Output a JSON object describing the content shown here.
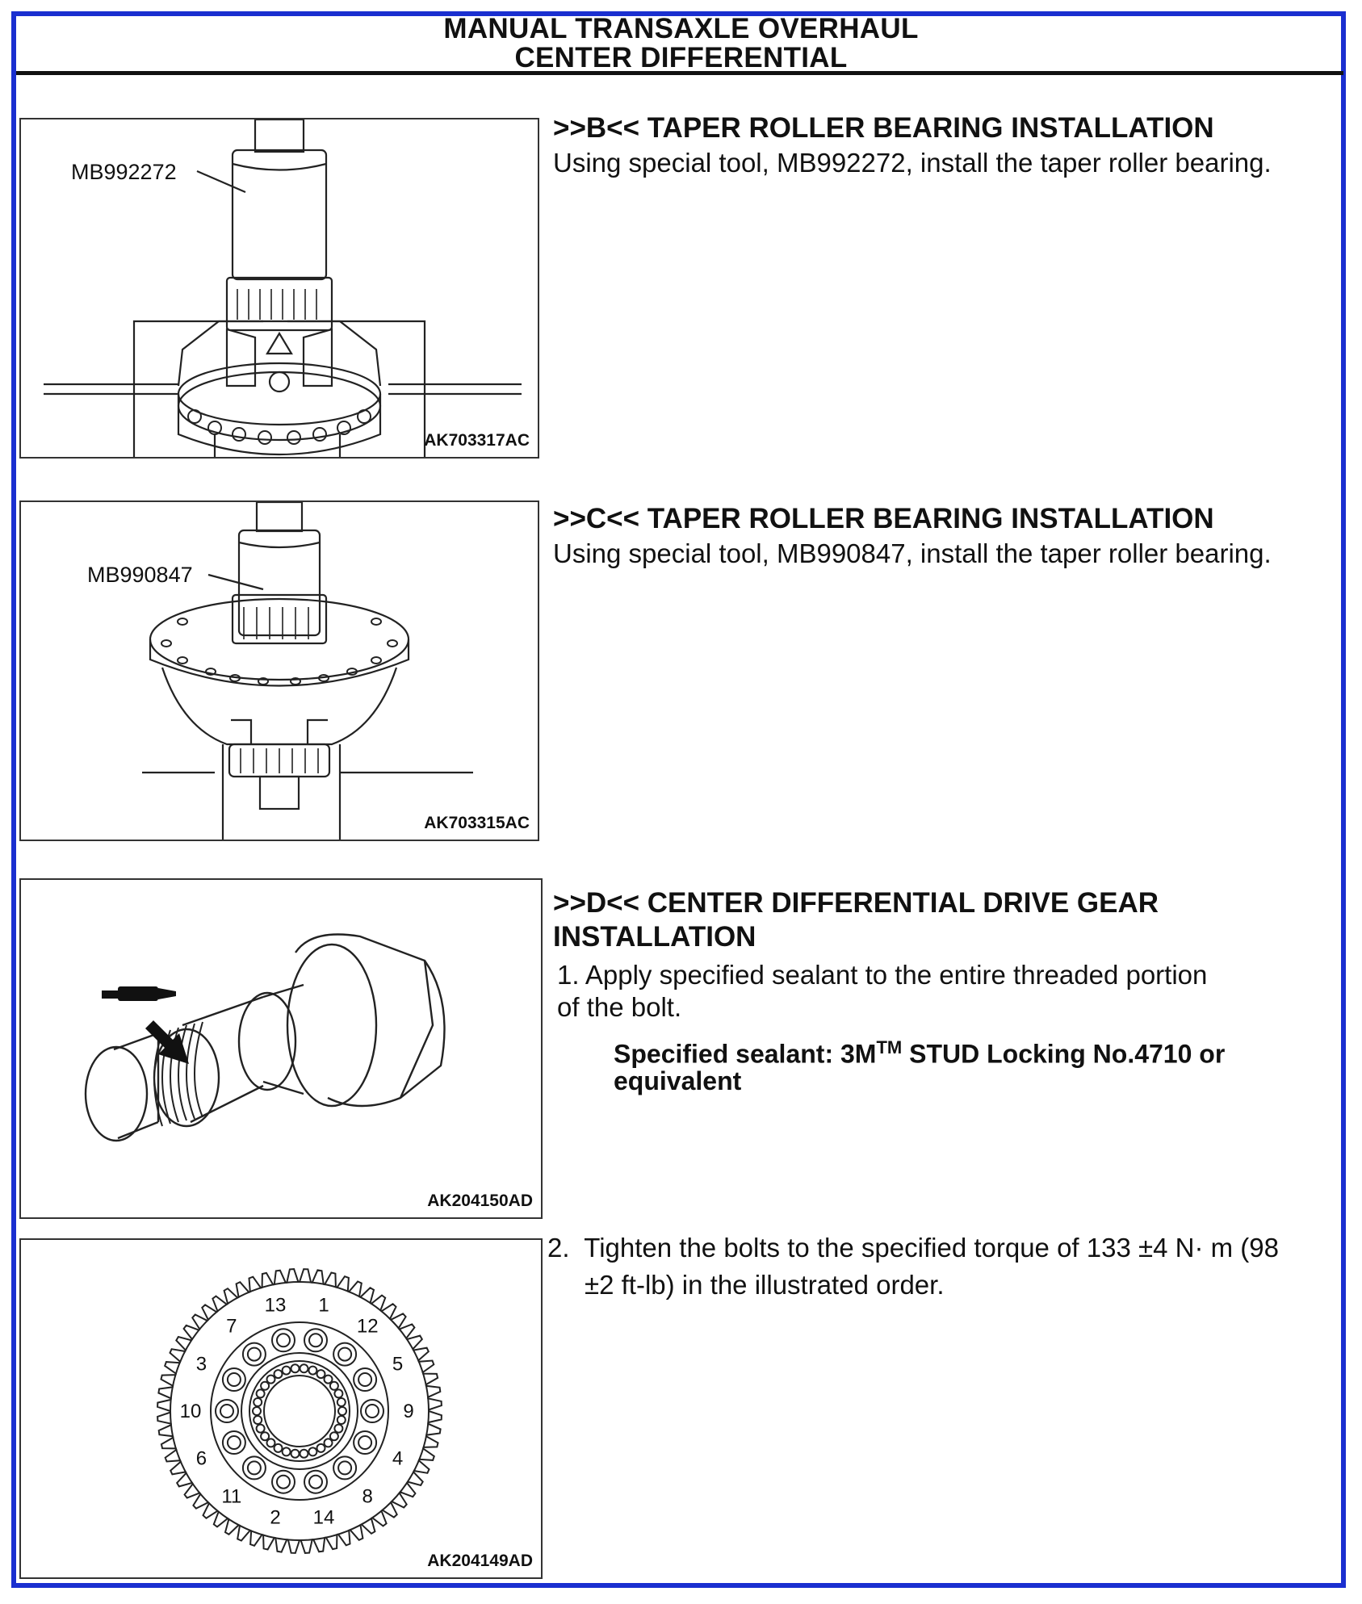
{
  "header": {
    "title_line1": "MANUAL TRANSAXLE OVERHAUL",
    "title_line2": "CENTER DIFFERENTIAL"
  },
  "figures": [
    {
      "code": "AK703317AC",
      "callout": "MB992272"
    },
    {
      "code": "AK703315AC",
      "callout": "MB990847"
    },
    {
      "code": "AK204150AD",
      "icon": "sealant-tube-icon"
    },
    {
      "code": "AK204149AD",
      "bolt_order": [
        "1",
        "12",
        "5",
        "9",
        "4",
        "8",
        "14",
        "2",
        "11",
        "6",
        "10",
        "3",
        "7",
        "13"
      ]
    }
  ],
  "sections": {
    "b": {
      "title": ">>B<< TAPER ROLLER BEARING INSTALLATION",
      "body": "Using special tool, MB992272, install the taper roller bearing."
    },
    "c": {
      "title": ">>C<< TAPER ROLLER BEARING INSTALLATION",
      "body": "Using special tool, MB990847, install the taper roller bearing."
    },
    "d": {
      "title_line1": ">>D<< CENTER DIFFERENTIAL DRIVE GEAR",
      "title_line2": "INSTALLATION",
      "step1_line1": "1. Apply specified sealant to the entire threaded portion",
      "step1_line2": "of the bolt.",
      "spec_prefix": "Specified sealant: 3M",
      "spec_tm": "TM",
      "spec_suffix": " STUD Locking No.4710 or",
      "spec_line2": "equivalent",
      "step2_line1": "2.  Tighten the bolts to the specified torque of 133 ±4 N· m (98",
      "step2_line2": "±2 ft-lb) in the illustrated order."
    }
  },
  "colors": {
    "frame": "#1a2fd0",
    "ink": "#111111"
  }
}
